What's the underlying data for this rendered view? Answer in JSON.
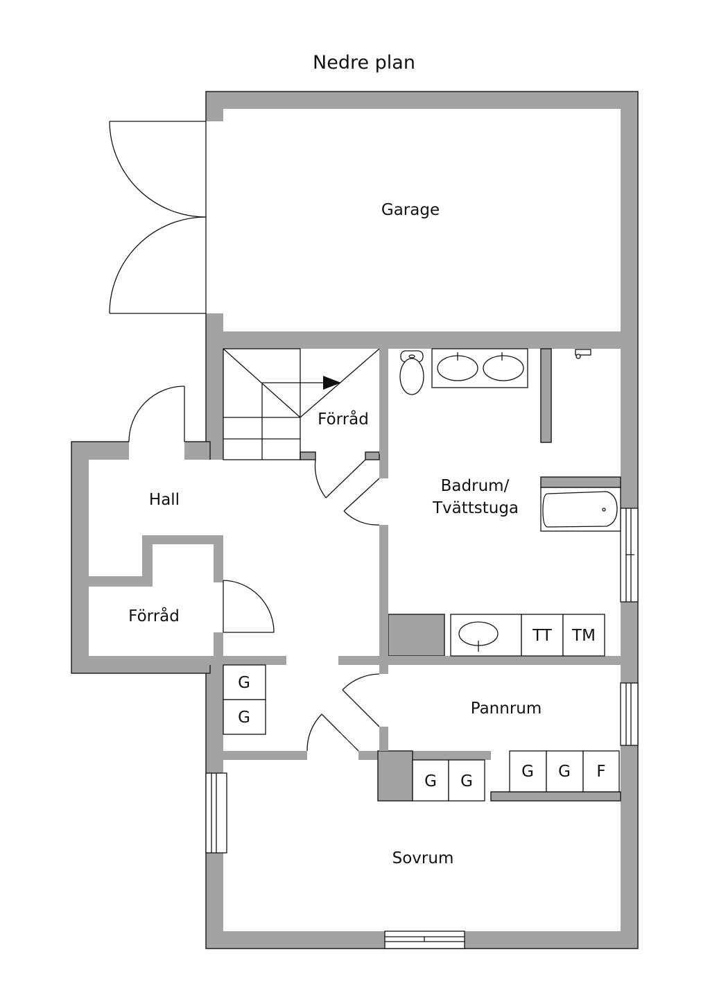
{
  "title": "Nedre plan",
  "rooms": {
    "garage": "Garage",
    "forrad_stairs": "Förråd",
    "hall": "Hall",
    "forrad_hall": "Förråd",
    "bath_line1": "Badrum/",
    "bath_line2": "Tvättstuga",
    "pannrum": "Pannrum",
    "sovrum": "Sovrum"
  },
  "fixtures": {
    "closet_g": "G",
    "tumble_dryer": "TT",
    "washing_machine": "TM",
    "freezer": "F"
  },
  "colors": {
    "wall": "#a3a3a3",
    "line": "#111111",
    "background": "#ffffff"
  }
}
